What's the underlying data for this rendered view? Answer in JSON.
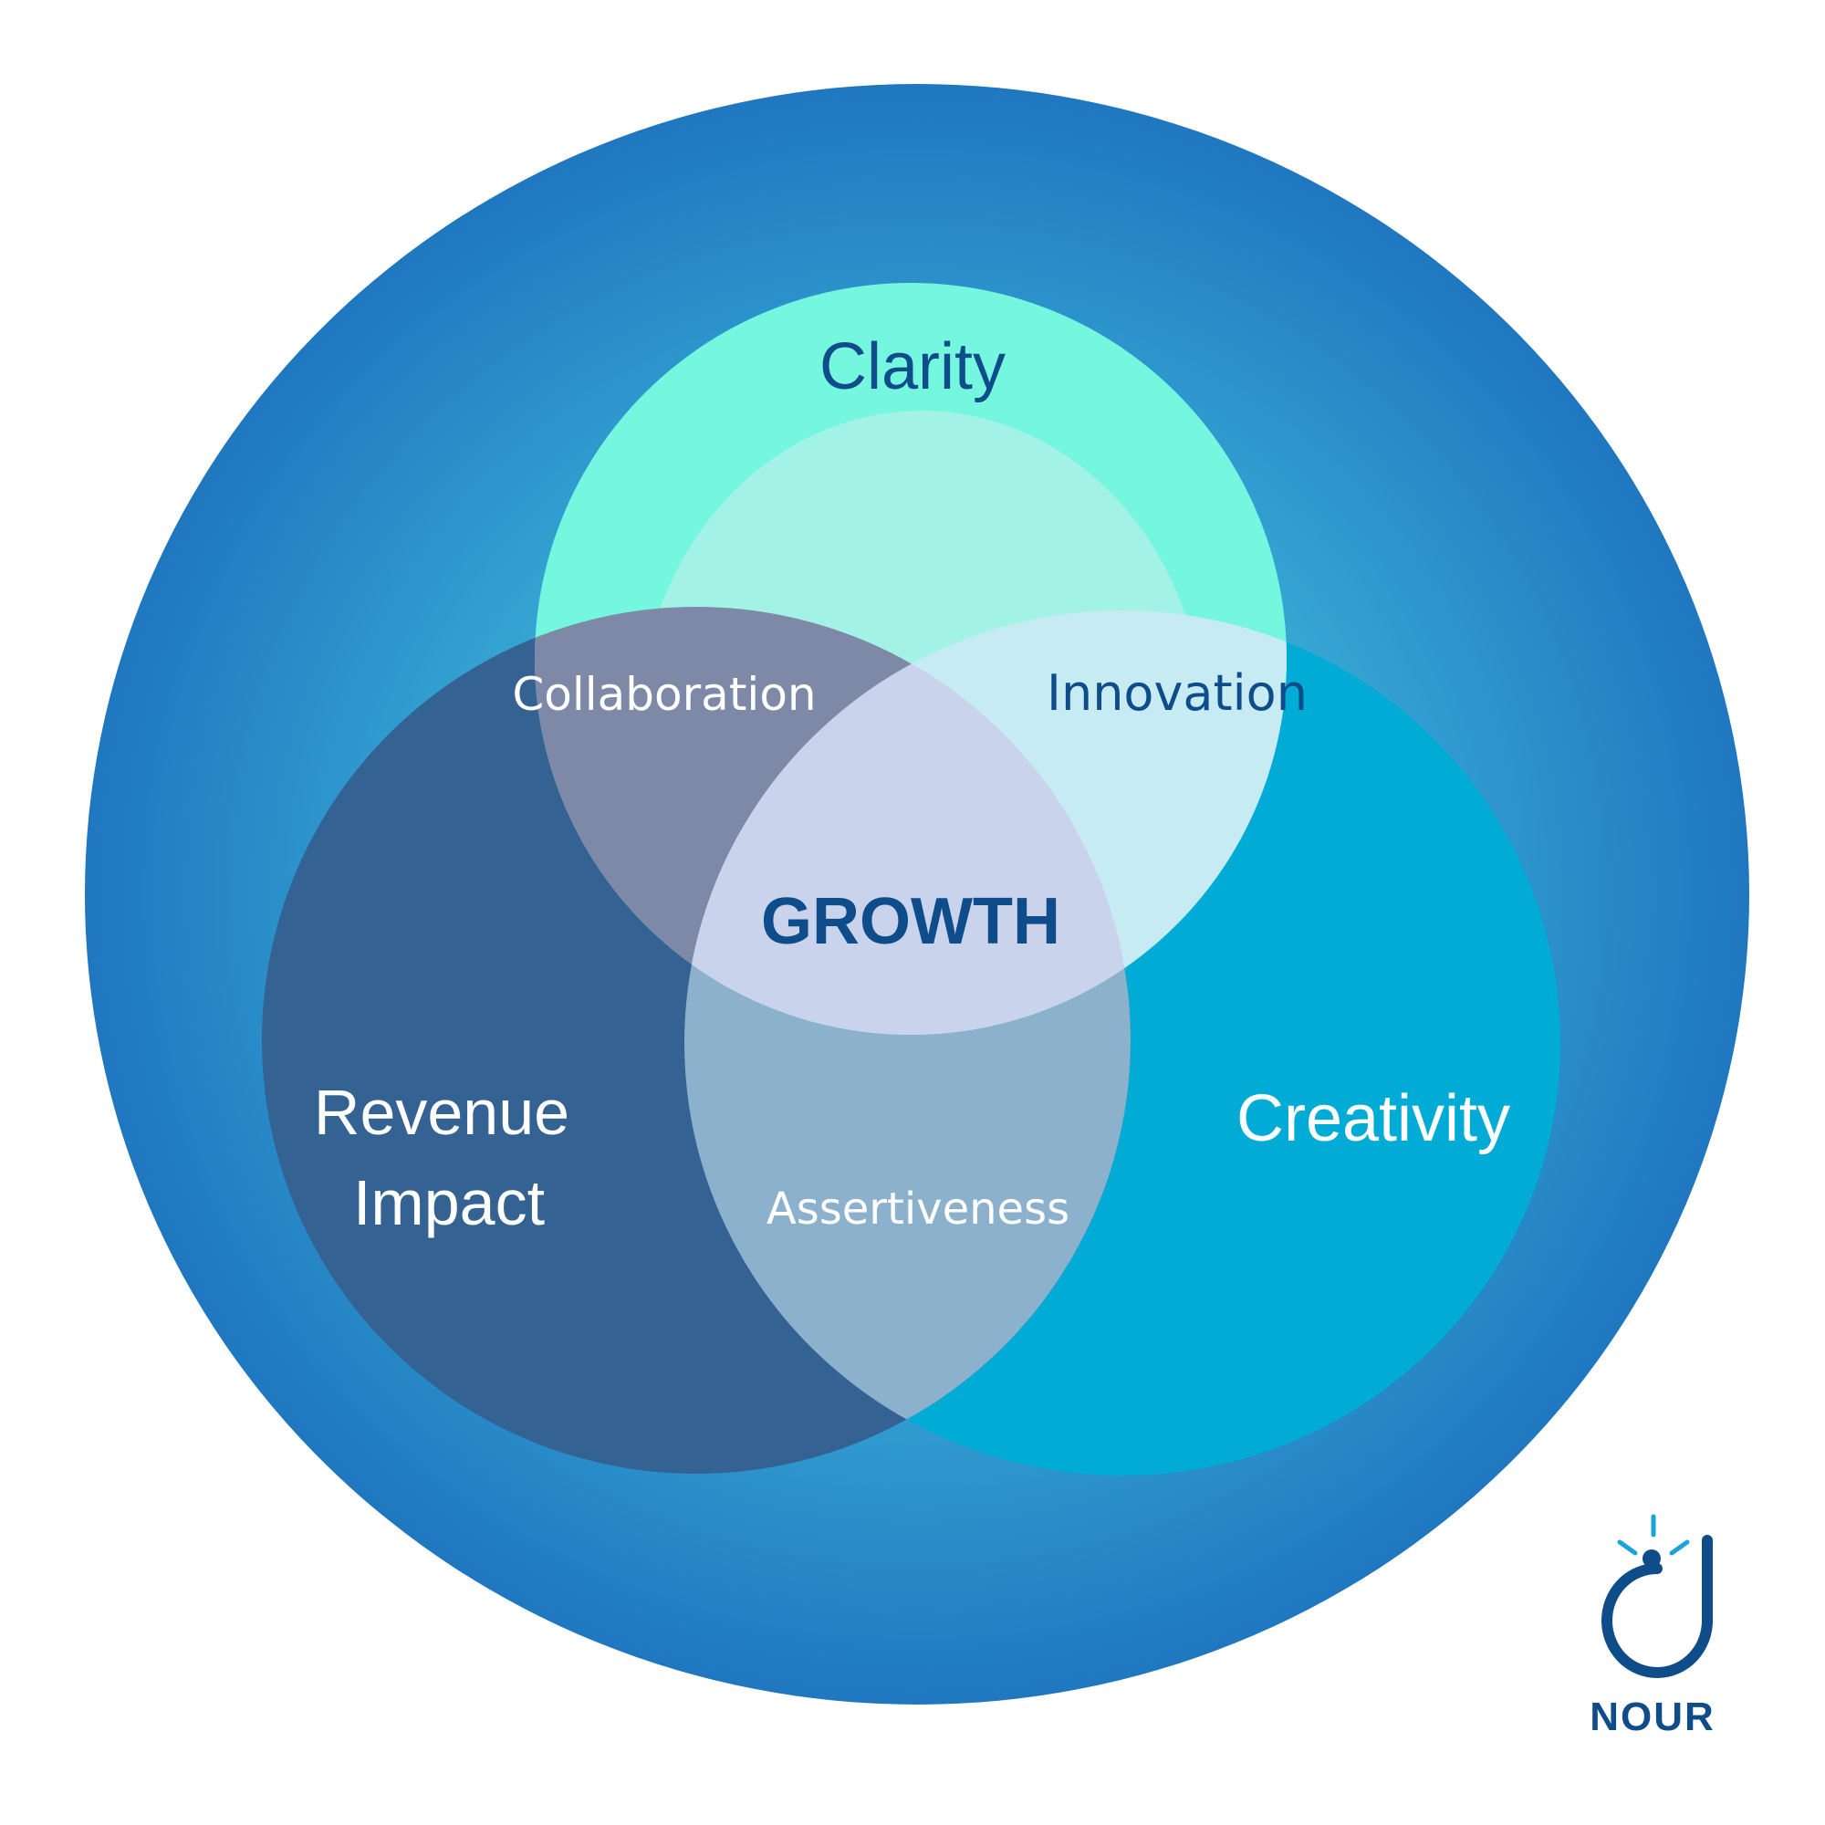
{
  "colors": {
    "outer_edge": "#1f77c0",
    "outer_center": "#3fb6d8",
    "clarity_fill": "#74f6df",
    "clarity_inner": "#a2f3e6",
    "revenue_fill": "#336293",
    "creativity_fill": "#00abd6",
    "collab_fill": "#7e89a8",
    "innovation_fill": "#c7ebf2",
    "assert_fill": "#8cb1cc",
    "growth_fill": "#c9d3ec",
    "dark_text": "#0f4c8a",
    "light_text": "#ffffff",
    "logo_color": "#0f4c8a",
    "logo_accent": "#1aa3d9"
  },
  "labels": {
    "clarity": "Clarity",
    "collaboration": "Collaboration",
    "innovation": "Innovation",
    "growth": "GROWTH",
    "revenue_line1": "Revenue",
    "revenue_line2": "Impact",
    "creativity": "Creativity",
    "assertiveness": "Assertiveness"
  },
  "logo": {
    "name": "NOUR"
  }
}
